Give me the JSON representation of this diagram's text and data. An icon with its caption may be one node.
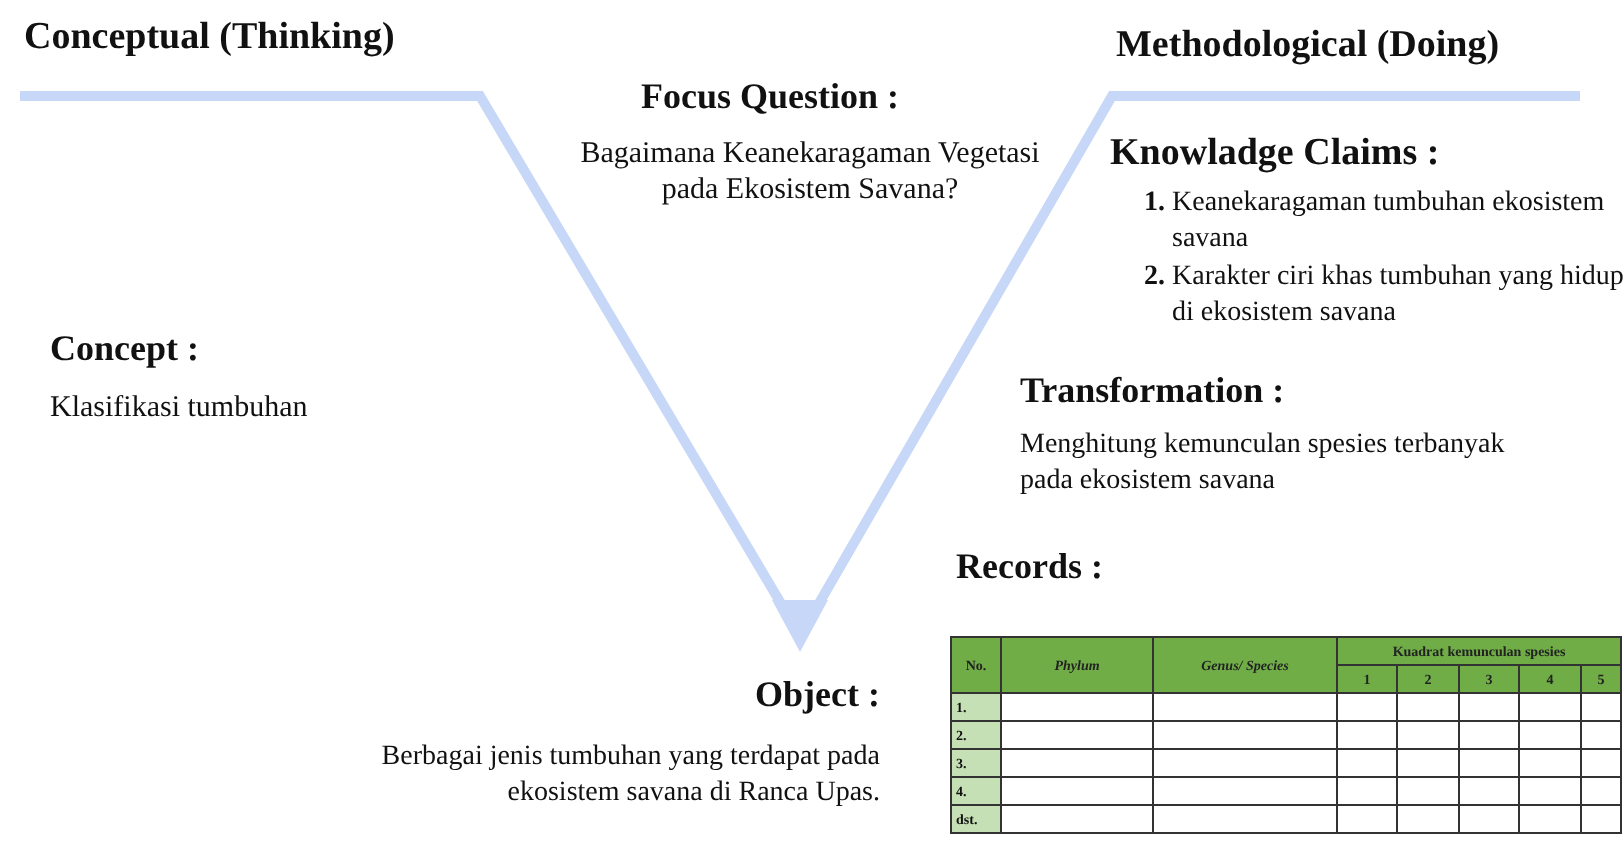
{
  "diagram": {
    "labels": [
      "Conceptual (Thinking)",
      "Methodological (Doing)",
      "Focus Question :",
      "Bagaimana Keanekaragaman Vegetasi pada Ekosistem Savana?",
      "Knowladge Claims :",
      "**1.**  Keanekaragaman tumbuhan ekosistem savana",
      "**2.** Karakter ciri khas tumbuhan yang hidup di ekosistem savana",
      "Concept :",
      "Klasifikasi tumbuhan",
      "Transformation :",
      "Menghitung kemunculan spesies terbanyak pada ekosistem savana",
      "Records :",
      "Object :",
      "Berbagai jenis tumbuhan yang terdapat pada ekosistem savana di Ranca Upas.",
      "No.",
      "Phylum",
      "Genus/ Species",
      "Kuadrat kemunculan spesies",
      "1",
      "2",
      "3",
      "4",
      "5",
      "1.",
      "2.",
      "3.",
      "4.",
      "dst."
    ]
  }
}
